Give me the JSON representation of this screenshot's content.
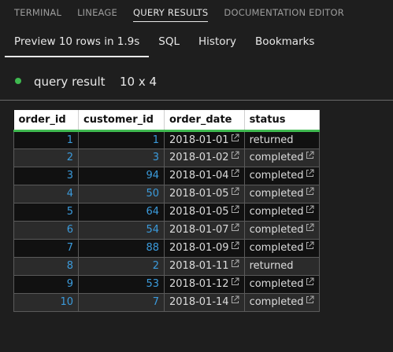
{
  "panel_tabs": [
    "TERMINAL",
    "LINEAGE",
    "QUERY RESULTS",
    "DOCUMENTATION EDITOR"
  ],
  "sub_tabs": [
    "Preview 10 rows in 1.9s",
    "SQL",
    "History",
    "Bookmarks"
  ],
  "result": {
    "label": "query result",
    "size": "10 x 4",
    "status_color": "#3fb950"
  },
  "table": {
    "columns": [
      "order_id",
      "customer_id",
      "order_date",
      "status"
    ],
    "rows": [
      {
        "order_id": "1",
        "customer_id": "1",
        "order_date": "2018-01-01",
        "status": "returned"
      },
      {
        "order_id": "2",
        "customer_id": "3",
        "order_date": "2018-01-02",
        "status": "completed"
      },
      {
        "order_id": "3",
        "customer_id": "94",
        "order_date": "2018-01-04",
        "status": "completed"
      },
      {
        "order_id": "4",
        "customer_id": "50",
        "order_date": "2018-01-05",
        "status": "completed"
      },
      {
        "order_id": "5",
        "customer_id": "64",
        "order_date": "2018-01-05",
        "status": "completed"
      },
      {
        "order_id": "6",
        "customer_id": "54",
        "order_date": "2018-01-07",
        "status": "completed"
      },
      {
        "order_id": "7",
        "customer_id": "88",
        "order_date": "2018-01-09",
        "status": "completed"
      },
      {
        "order_id": "8",
        "customer_id": "2",
        "order_date": "2018-01-11",
        "status": "returned"
      },
      {
        "order_id": "9",
        "customer_id": "53",
        "order_date": "2018-01-12",
        "status": "completed"
      },
      {
        "order_id": "10",
        "customer_id": "7",
        "order_date": "2018-01-14",
        "status": "completed"
      }
    ]
  }
}
